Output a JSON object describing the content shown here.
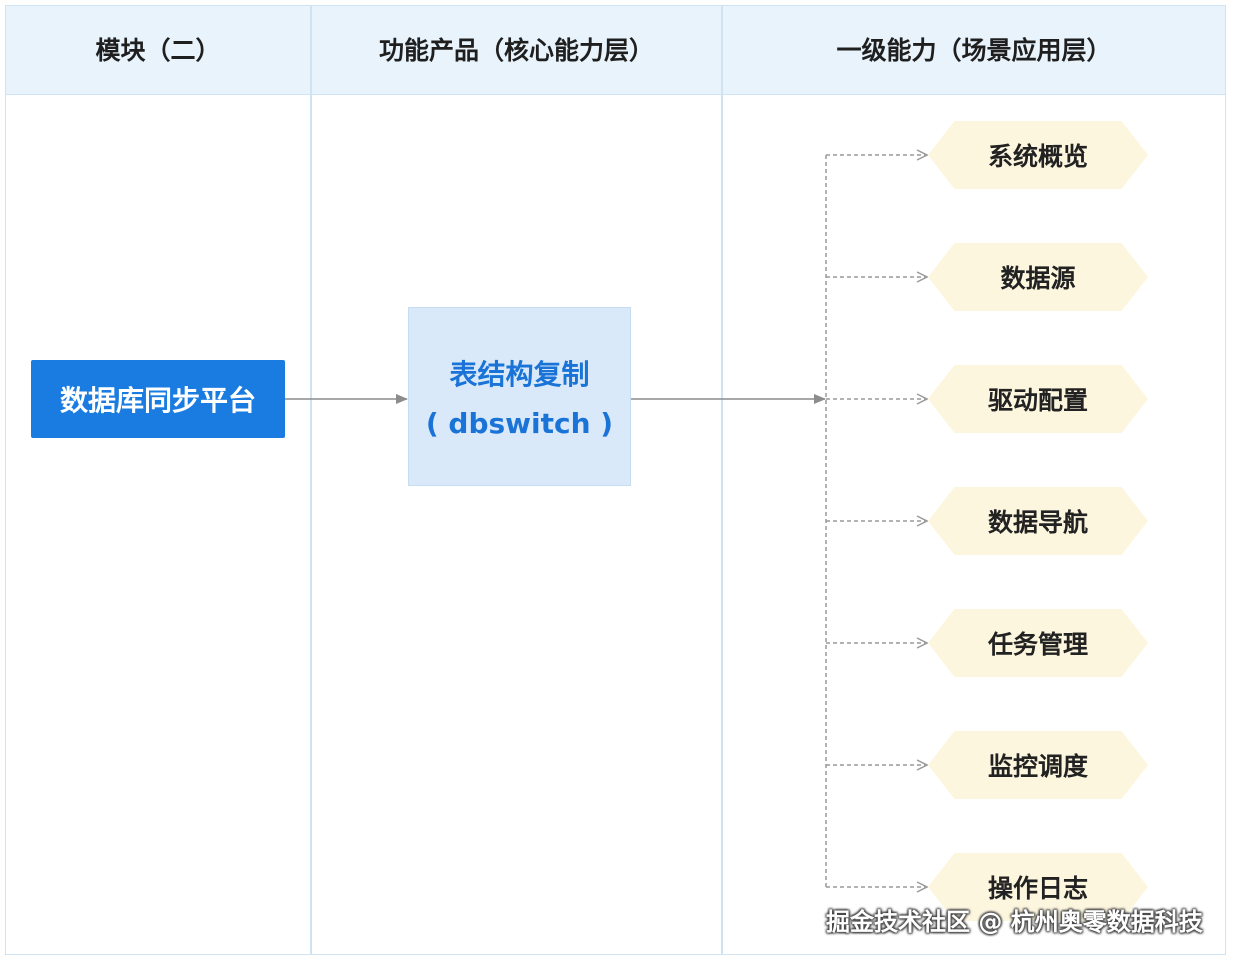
{
  "headers": {
    "col1": "模块（二）",
    "col2": "功能产品（核心能力层）",
    "col3": "一级能力（场景应用层）"
  },
  "module": {
    "label": "数据库同步平台"
  },
  "product": {
    "line1": "表结构复制",
    "line2": "( dbswitch )"
  },
  "capabilities": [
    "系统概览",
    "数据源",
    "驱动配置",
    "数据导航",
    "任务管理",
    "监控调度",
    "操作日志"
  ],
  "watermark": "掘金技术社区 @ 杭州奥零数据科技",
  "colors": {
    "header_bg": "#e8f3fc",
    "grid_line": "#cfe3f3",
    "module_fill": "#1a7be0",
    "product_fill": "#d9e9fa",
    "product_text": "#1a73d6",
    "capability_fill": "#fdf6df",
    "connector": "#8c8c8c"
  }
}
